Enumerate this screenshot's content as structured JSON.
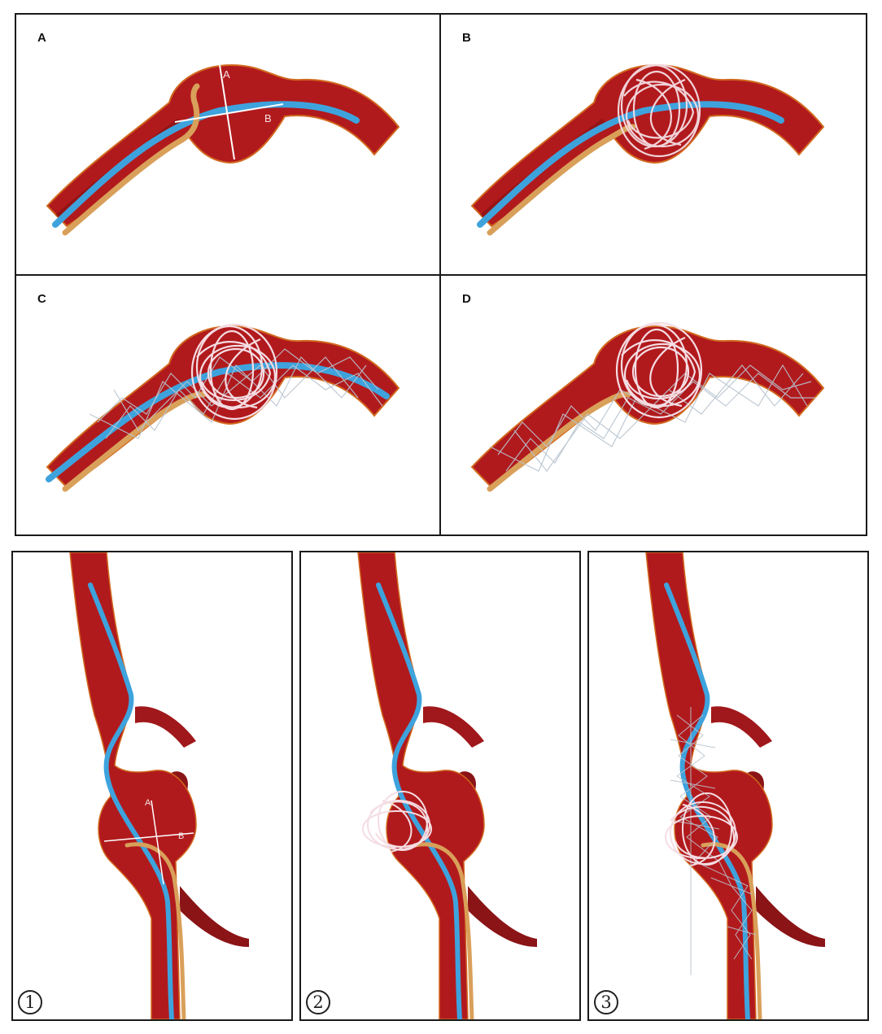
{
  "top_panels": [
    {
      "label": "A",
      "stage": "catheters",
      "markers": [
        "A",
        "B"
      ]
    },
    {
      "label": "B",
      "stage": "coils",
      "markers": []
    },
    {
      "label": "C",
      "stage": "coils-stent",
      "markers": []
    },
    {
      "label": "D",
      "stage": "coils-stent-final",
      "markers": []
    }
  ],
  "bottom_panels": [
    {
      "label": "1",
      "stage": "catheters",
      "markers": [
        "A",
        "B"
      ]
    },
    {
      "label": "2",
      "stage": "coils",
      "markers": []
    },
    {
      "label": "3",
      "stage": "coils-stent",
      "markers": []
    }
  ],
  "colors": {
    "vessel": "#b11a1d",
    "vessel_dark": "#7a0d10",
    "vessel_edge": "#d2691e",
    "guidewire": "#3ea3dd",
    "microcatheter": "#d9a05a",
    "coil": "#f4dde3",
    "stent": "#b9c4cf",
    "measure": "#ffffff"
  }
}
